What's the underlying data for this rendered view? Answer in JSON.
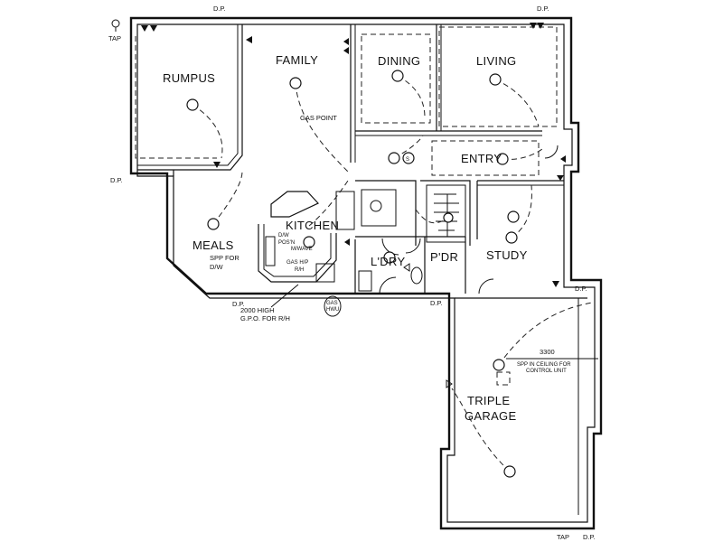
{
  "rooms": {
    "rumpus": "RUMPUS",
    "family": "FAMILY",
    "dining": "DINING",
    "living": "LIVING",
    "entry": "ENTRY",
    "kitchen": "KITCHEN",
    "meals": "MEALS",
    "laundry": "L'DRY",
    "powder": "P'DR",
    "study": "STUDY",
    "garage_line1": "TRIPLE",
    "garage_line2": "GARAGE"
  },
  "notes": {
    "downpipe": "D.P.",
    "tap": "TAP",
    "gas_point": "GAS POINT",
    "dw_pos_1": "D/W",
    "dw_pos_2": "POS'N",
    "microwave": "M/WAVE",
    "gas_hp_1": "GAS H/P",
    "gas_hp_2": "R/H",
    "spp_dw_1": "SPP FOR",
    "spp_dw_2": "D/W",
    "gpo_1": "2000 HIGH",
    "gpo_2": "G.P.O. FOR R/H",
    "gas_hwu_1": "GAS",
    "gas_hwu_2": "HWU",
    "dimension": "3300",
    "spp_ceiling_1": "SPP IN CEILING FOR",
    "spp_ceiling_2": "CONTROL UNIT",
    "smoke": "S"
  }
}
